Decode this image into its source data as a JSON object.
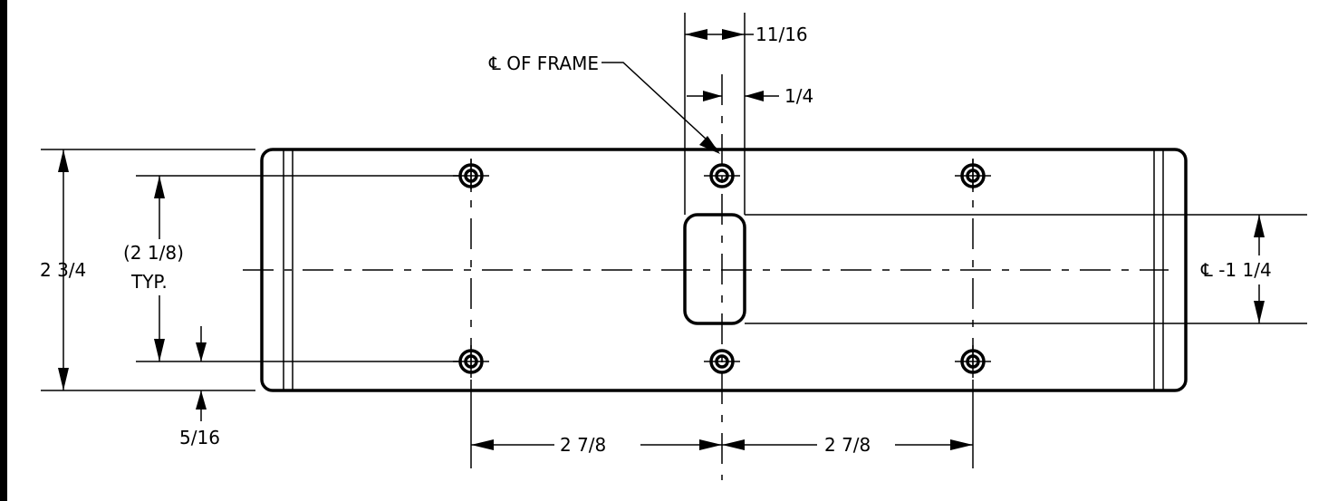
{
  "labels": {
    "frame_center": "℄ OF FRAME",
    "dim_11_16": "11/16",
    "dim_1_4": "1/4",
    "dim_2_3_4": "2 3/4",
    "dim_2_1_8": "(2 1/8)",
    "typ": "TYP.",
    "dim_5_16": "5/16",
    "dim_2_7_8_left": "2 7/8",
    "dim_2_7_8_right": "2 7/8",
    "centerline_1_1_4": "℄ -1 1/4"
  },
  "colors": {
    "line": "#000000",
    "background": "#ffffff"
  }
}
